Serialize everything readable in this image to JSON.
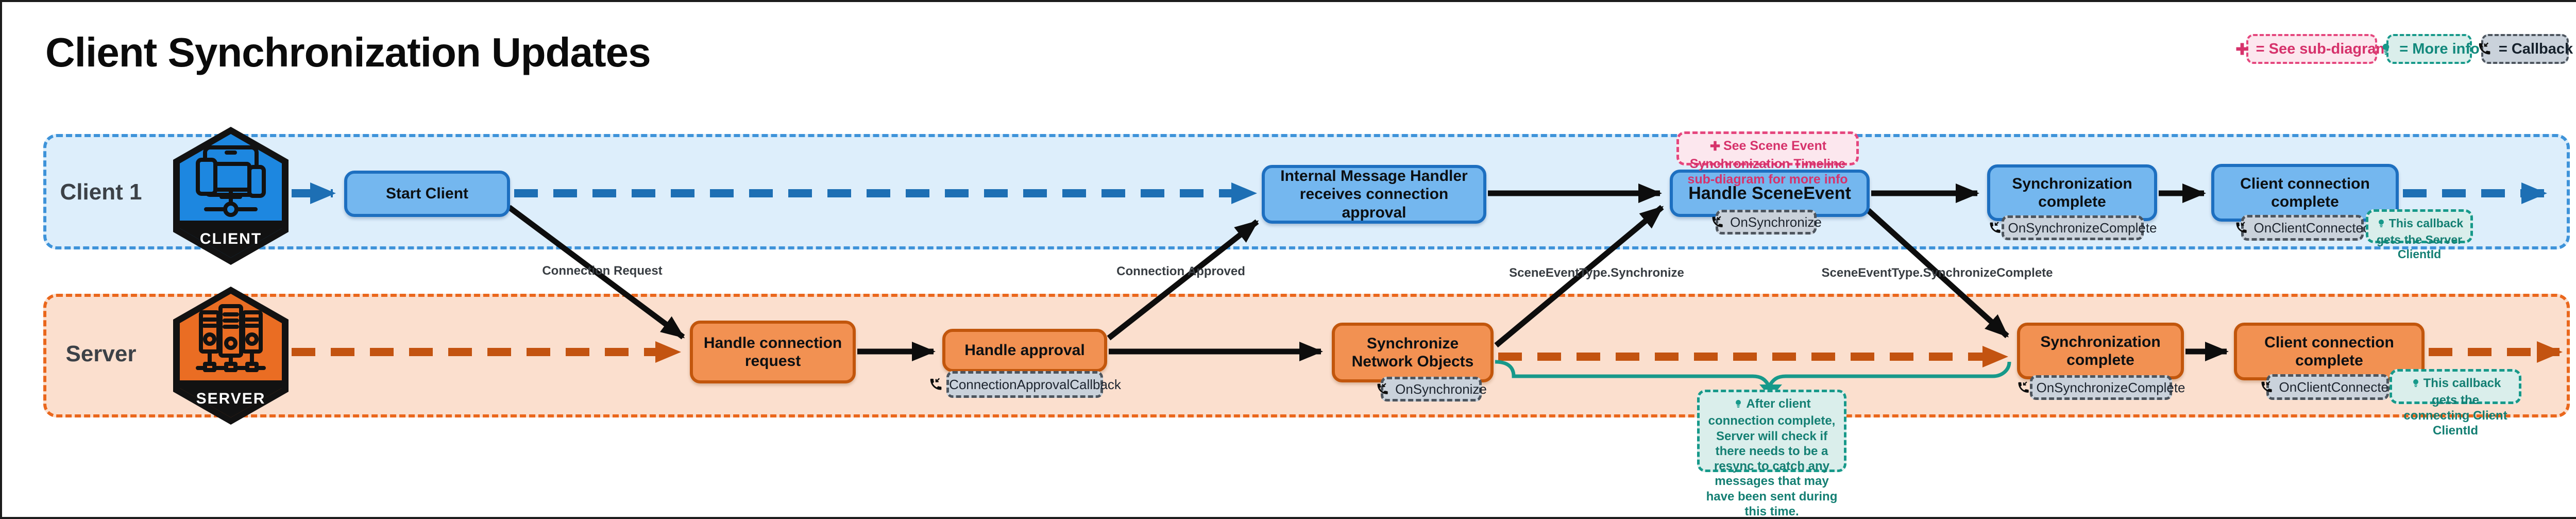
{
  "title": "Client Synchronization Updates",
  "legend": {
    "sub_diagram": {
      "icon": "plus-icon",
      "label": "= See sub-diagram"
    },
    "more_info": {
      "icon": "bulb-icon",
      "label": "= More info"
    },
    "callback": {
      "icon": "phone-callback-icon",
      "label": "= Callback"
    }
  },
  "lanes": {
    "client": {
      "label": "Client 1",
      "hex_badge": "CLIENT",
      "hex_icon": "devices-icon"
    },
    "server": {
      "label": "Server",
      "hex_badge": "SERVER",
      "hex_icon": "server-racks-icon"
    }
  },
  "client_nodes": {
    "start_client": "Start Client",
    "internal_message_handler": "Internal Message Handler receives connection approval",
    "handle_scene_event": "Handle SceneEvent",
    "synchronization_complete": "Synchronization complete",
    "client_connection_complete": "Client connection complete"
  },
  "server_nodes": {
    "handle_connection_request": "Handle connection request",
    "handle_approval": "Handle approval",
    "synchronize_network_objects": "Synchronize Network Objects",
    "synchronization_complete": "Synchronization complete",
    "client_connection_complete": "Client connection complete"
  },
  "callbacks": {
    "connection_approval": "ConnectionApprovalCallback",
    "on_synchronize_client": "OnSynchronize",
    "on_synchronize_server": "OnSynchronize",
    "on_synchronize_complete_client": "OnSynchronizeComplete",
    "on_synchronize_complete_server": "OnSynchronizeComplete",
    "on_client_connected_client": "OnClientConnected",
    "on_client_connected_server": "OnClientConnected"
  },
  "edge_labels": {
    "connection_request": "Connection Request",
    "connection_approved": "Connection Approved",
    "scene_event_synchronize": "SceneEventType.Synchronize",
    "scene_event_synchronize_complete": "SceneEventType.SynchronizeComplete"
  },
  "notes": {
    "scene_event_sub_diagram": "See Scene Event Synchronization Timeline sub-diagram for more info",
    "server_client_id": "This callback gets the Server ClientId",
    "connecting_client_id": "This callback gets the connecting Client ClientId",
    "resync": "After client connection complete, Server will check if there needs to be a resync to catch any messages that may have been sent during this time."
  },
  "colors": {
    "client_accent": "#1d6fc0",
    "client_fill": "#74b7ef",
    "client_lane_bg": "#ddeefb",
    "client_lane_border": "#3e93d9",
    "server_accent": "#c2560c",
    "server_fill": "#f29152",
    "server_lane_bg": "#fbdfce",
    "server_lane_border": "#ea671c",
    "callback_bg": "#cad2db",
    "callback_border": "#4d555e",
    "pink": "#d6326b",
    "teal": "#17998a",
    "arrow_black": "#0d0d0d",
    "arrow_blue": "#1d6fb4",
    "arrow_orange": "#c35310"
  }
}
